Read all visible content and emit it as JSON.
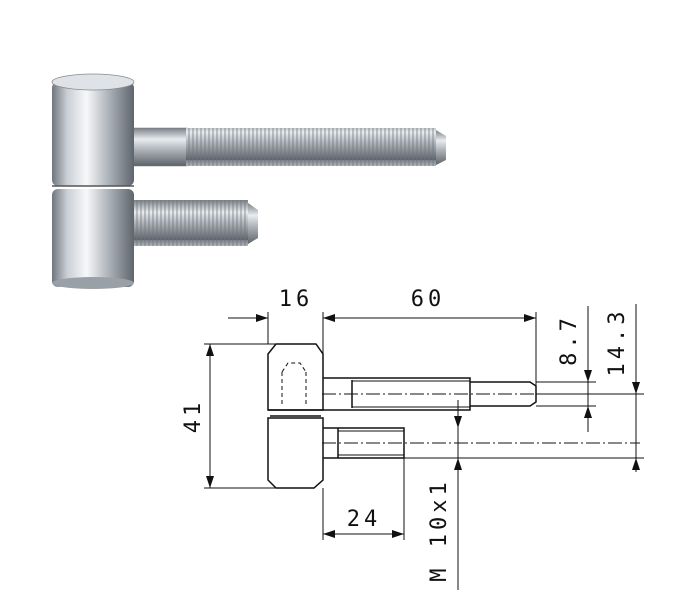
{
  "dimensions": {
    "knuckle_width": "16",
    "long_pin_length": "60",
    "pin_offset": "8.7",
    "pin_spacing": "14.3",
    "total_height": "41",
    "short_pin_length": "24",
    "thread": "M 10x1"
  },
  "colors": {
    "line": "#111111",
    "metal_light": "#f2f4f6",
    "metal_mid": "#b9bec4",
    "metal_dark": "#6d737a"
  }
}
